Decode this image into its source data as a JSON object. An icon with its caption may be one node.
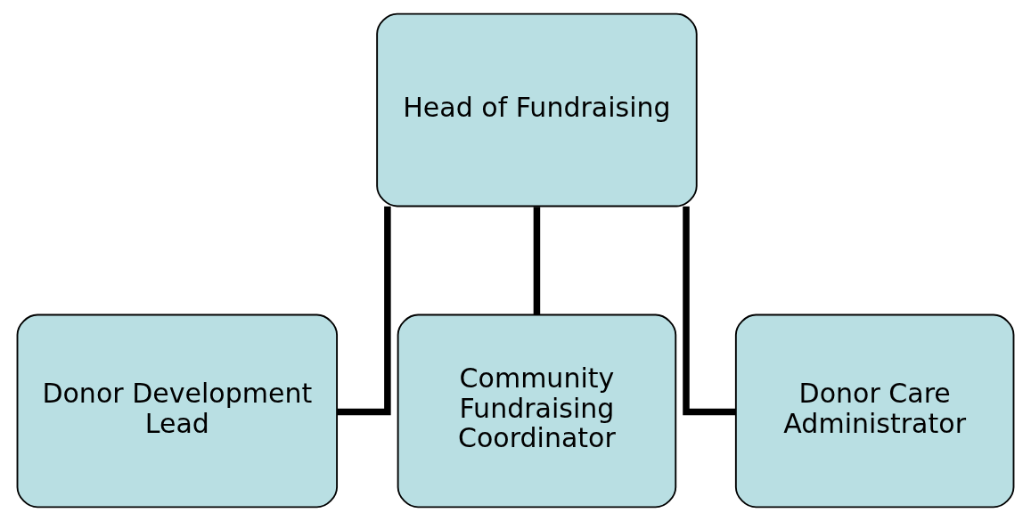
{
  "diagram": {
    "nodes": [
      {
        "text": [
          "Head of Fundraising"
        ]
      },
      {
        "text": [
          "Donor Development Lead"
        ]
      },
      {
        "text": [
          "Community Fundraising Coordinator"
        ]
      },
      {
        "text": [
          "Donor Care Administrator"
        ]
      }
    ],
    "edges": [
      {
        "from": 0,
        "to": 1,
        "arrow": "none"
      },
      {
        "from": 0,
        "to": 2,
        "arrow": "none"
      },
      {
        "from": 0,
        "to": 3,
        "arrow": "none"
      }
    ]
  }
}
